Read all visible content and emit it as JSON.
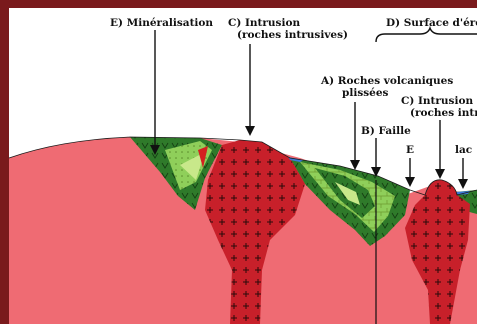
{
  "diagram": {
    "labels": {
      "mineralisation": "E) Minéralisation",
      "intrusion_left_l1": "C) Intrusion",
      "intrusion_left_l2": "(roches intrusives)",
      "surface_erosion": "D) Surface d'érosion",
      "roches_volc_l1": "A) Roches volcaniques",
      "roches_volc_l2": "plissées",
      "intrusion_right_l1": "C) Intrusion",
      "intrusion_right_l2": "(roches intrusi",
      "faille": "B) Faille",
      "e_short": "E",
      "lac": "lac"
    },
    "colors": {
      "border": "#7a1a1c",
      "sky": "#ffffff",
      "country_rock": "#ef6b73",
      "intrusion": "#c8202a",
      "volcanic_dark": "#2f7a2a",
      "volcanic_light": "#8fcf5a",
      "volcanic_pale": "#c8e88a",
      "water": "#3a78d8",
      "outline": "#1a1a1a"
    }
  }
}
